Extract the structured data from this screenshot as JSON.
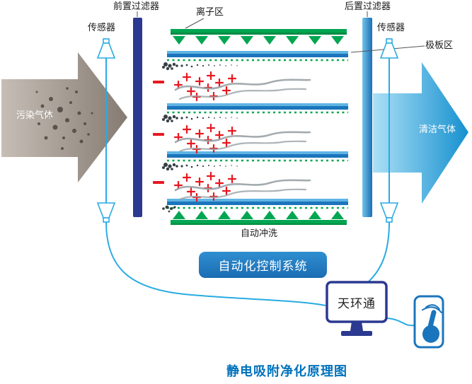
{
  "labels": {
    "pre_filter": "前置过滤器",
    "post_filter": "后置过滤器",
    "sensor_left": "传感器",
    "sensor_right": "传感器",
    "ion_zone": "离子区",
    "plate_zone": "极板区",
    "polluted_gas": "污染气体",
    "clean_gas": "清洁气体",
    "auto_wash": "自动冲洗"
  },
  "control_system": {
    "label": "自动化控制系统"
  },
  "monitor": {
    "label": "天环通"
  },
  "title": "静电吸附净化原理图",
  "colors": {
    "ion_green": "#00A651",
    "plate_blue": "#1B75BC",
    "sensor_cyan": "#29ABE2",
    "charge_red": "#E8171F",
    "prefilter_navy": "#2B3990",
    "title_blue": "#0072BC",
    "polluted_arrow_gray": "#9a9087",
    "clean_arrow_blue": "#1690cf"
  }
}
